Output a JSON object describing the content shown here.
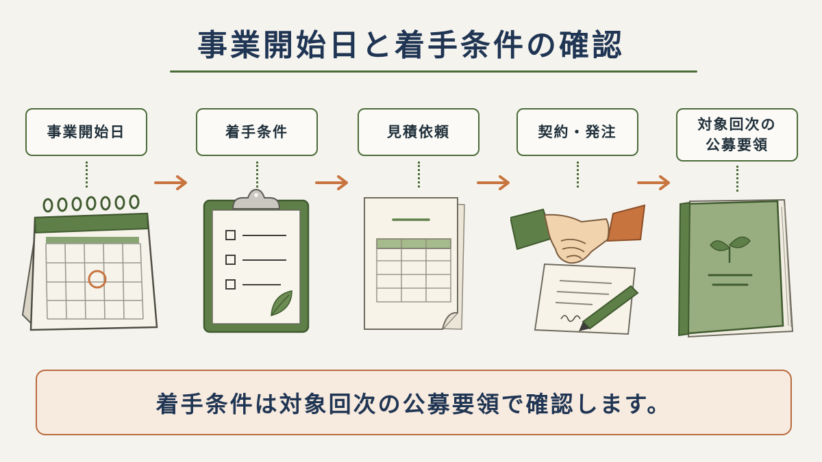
{
  "title": "事業開始日と着手条件の確認",
  "steps": [
    {
      "label": "事業開始日",
      "icon": "calendar-icon"
    },
    {
      "label": "着手条件",
      "icon": "clipboard-checklist-icon"
    },
    {
      "label": "見積依頼",
      "icon": "document-table-icon"
    },
    {
      "label": "契約・発注",
      "icon": "handshake-contract-icon"
    },
    {
      "label_lines": [
        "対象回次の",
        "公募要領"
      ],
      "icon": "guidelines-book-icon"
    }
  ],
  "note": "着手条件は対象回次の公募要領で確認します。",
  "colors": {
    "accent_green": "#4a6b37",
    "arrow_orange": "#c8743f",
    "title_navy": "#1f3553",
    "note_border": "#b86a3c",
    "note_fill": "#f7eadf",
    "background": "#f5f3ee"
  }
}
